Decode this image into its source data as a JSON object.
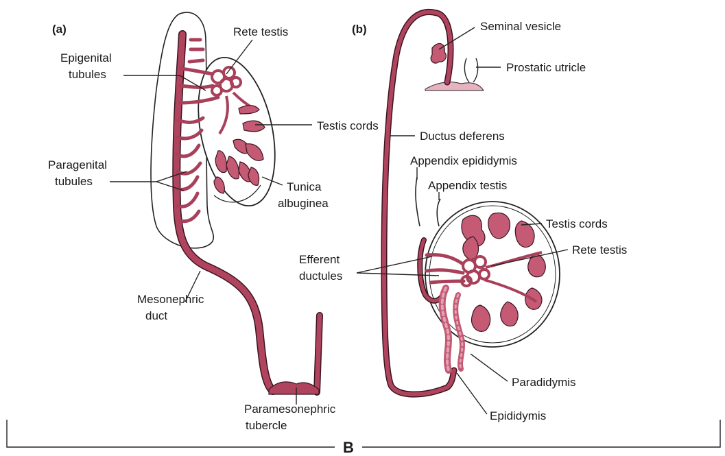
{
  "panels": {
    "a": "(a)",
    "b": "(b)"
  },
  "bottom_label": "B",
  "labels_a": {
    "rete_testis": "Rete testis",
    "epigenital_1": "Epigenital",
    "epigenital_2": "tubules",
    "testis_cords": "Testis cords",
    "paragenital_1": "Paragenital",
    "paragenital_2": "tubules",
    "tunica_1": "Tunica",
    "tunica_2": "albuginea",
    "mesonephric_1": "Mesonephric",
    "mesonephric_2": "duct",
    "paramesonephric_1": "Paramesonephric",
    "paramesonephric_2": "tubercle"
  },
  "labels_b": {
    "seminal_vesicle": "Seminal vesicle",
    "prostatic_utricle": "Prostatic utricle",
    "ductus_deferens": "Ductus deferens",
    "appendix_epididymis": "Appendix epididymis",
    "appendix_testis": "Appendix testis",
    "testis_cords": "Testis cords",
    "rete_testis": "Rete testis",
    "efferent_1": "Efferent",
    "efferent_2": "ductules",
    "paradidymis": "Paradidymis",
    "epididymis": "Epididymis"
  },
  "colors": {
    "duct": "#b0445e",
    "outline": "#222222"
  }
}
